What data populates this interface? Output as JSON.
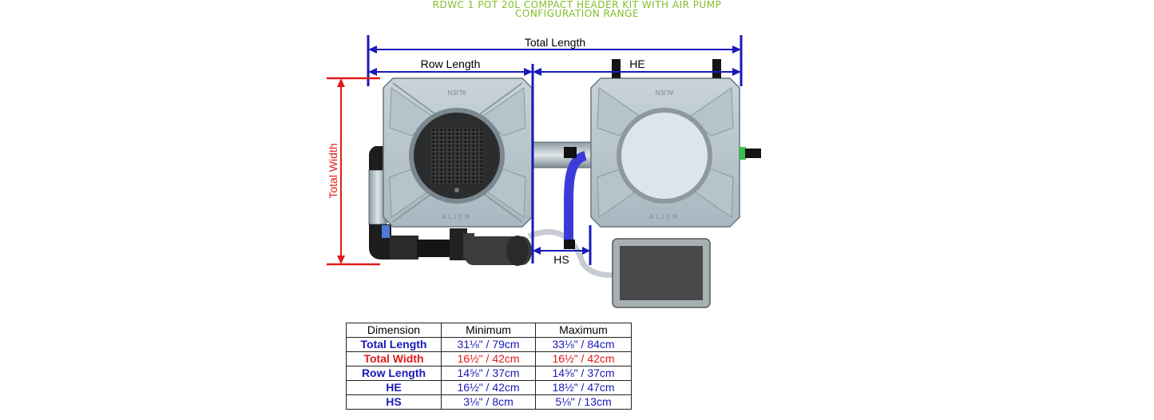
{
  "title": {
    "line1": "RDWC 1 POT 20L COMPACT HEADER KIT WITH AIR PUMP",
    "line2": "CONFIGURATION RANGE"
  },
  "labels": {
    "total_length": "Total Length",
    "row_length": "Row Length",
    "he": "HE",
    "hs": "HS",
    "total_width": "Total Width",
    "pot_brand": "ALIEN"
  },
  "colors": {
    "title": "#7fbf2a",
    "length_dims": "#1a1ab8",
    "width_dims": "#e21a1a"
  },
  "table": {
    "headers": [
      "Dimension",
      "Minimum",
      "Maximum"
    ],
    "rows": [
      {
        "name": "Total Length",
        "min": "31⅛\" / 79cm",
        "max": "33⅛\" / 84cm",
        "color": "blue"
      },
      {
        "name": "Total Width",
        "min": "16½\" / 42cm",
        "max": "16½\" / 42cm",
        "color": "red"
      },
      {
        "name": "Row Length",
        "min": "14⅝\" / 37cm",
        "max": "14⅝\" / 37cm",
        "color": "blue"
      },
      {
        "name": "HE",
        "min": "16½\" / 42cm",
        "max": "18½\" / 47cm",
        "color": "blue"
      },
      {
        "name": "HS",
        "min": "3⅛\" / 8cm",
        "max": "5⅛\" / 13cm",
        "color": "blue"
      }
    ]
  }
}
